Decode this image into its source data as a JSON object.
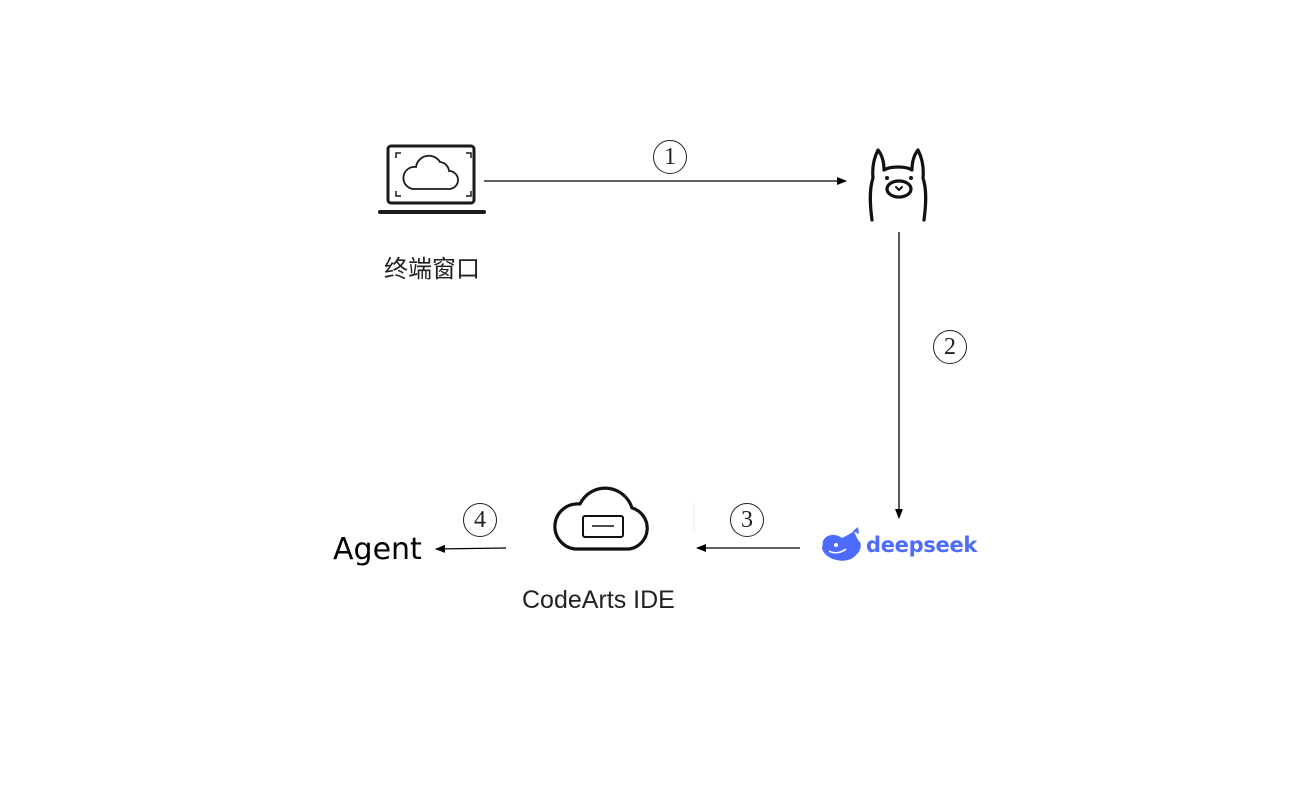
{
  "nodes": {
    "terminal": {
      "label": "终端窗口",
      "icon": "laptop-cloud-icon"
    },
    "ollama": {
      "icon": "llama-icon"
    },
    "deepseek": {
      "icon": "deepseek-whale-icon",
      "wordmark": "deepseek",
      "color": "#4d6bfe"
    },
    "ide": {
      "label": "CodeArts IDE",
      "icon": "cloud-ide-icon"
    },
    "agent": {
      "label": "Agent"
    }
  },
  "steps": [
    "①",
    "②",
    "③",
    "④"
  ],
  "edges": [
    {
      "from": "terminal",
      "to": "ollama",
      "step": "①"
    },
    {
      "from": "ollama",
      "to": "deepseek",
      "step": "②"
    },
    {
      "from": "deepseek",
      "to": "ide",
      "step": "③"
    },
    {
      "from": "ide",
      "to": "agent",
      "step": "④"
    }
  ]
}
